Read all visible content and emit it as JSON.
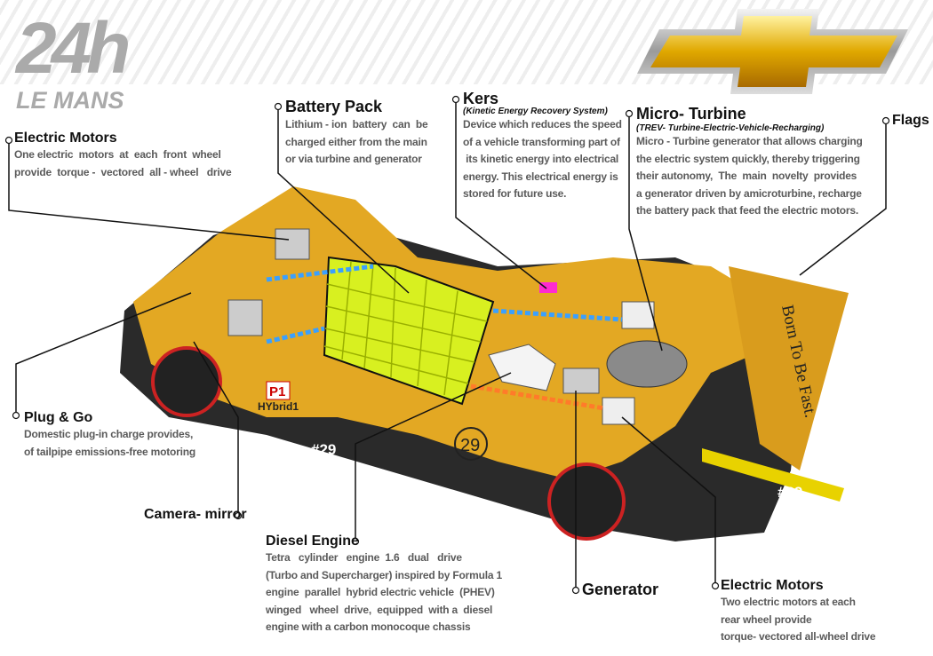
{
  "logo": {
    "race_number": "24h",
    "race_name": "LE MANS"
  },
  "car_markings": {
    "class": "P1",
    "hybrid": "HYbrid1",
    "number": "#29",
    "number_circle": "29",
    "slogan": "Born To Be Fast."
  },
  "labels": {
    "front_motors": {
      "title": "Electric Motors",
      "lines": [
        "One electric  motors  at  each  front  wheel",
        "provide  torque -  vectored  all - wheel   drive"
      ]
    },
    "battery": {
      "title": "Battery Pack",
      "lines": [
        "Lithium - ion  battery  can  be",
        "charged either from the main",
        "or via  turbine  and  generator"
      ]
    },
    "kers": {
      "title": "Kers",
      "subtitle": "(Kinetic Energy Recovery System)",
      "lines": [
        "Device which reduces the speed",
        "of a vehicle transforming part of",
        " its kinetic energy into electrical",
        "energy. This electrical energy is",
        "stored for future use."
      ]
    },
    "turbine": {
      "title": "Micro- Turbine",
      "subtitle": "(TREV- Turbine-Electric-Vehicle-Recharging)",
      "lines": [
        "Micro - Turbine generator that allows charging",
        "the electric  system quickly, thereby triggering",
        "their autonomy,  The  main  novelty  provides",
        "a generator driven by amicroturbine,  recharge",
        "the battery pack that feed the electric motors."
      ]
    },
    "flags": {
      "title": "Flags"
    },
    "plug": {
      "title": "Plug & Go",
      "lines": [
        "Domestic plug-in charge provides,",
        "of tailpipe emissions-free motoring"
      ]
    },
    "camera": {
      "title": "Camera- mirror"
    },
    "diesel": {
      "title": "Diesel Engine",
      "lines": [
        "Tetra   cylinder   engine  1.6   dual   drive",
        "(Turbo and Supercharger) inspired by Formula 1",
        "engine  parallel  hybrid electric vehicle  (PHEV)",
        "winged   wheel  drive,  equipped  with a  diesel",
        "engine with a carbon monocoque chassis"
      ]
    },
    "generator": {
      "title": "Generator"
    },
    "rear_motors": {
      "title": "Electric Motors",
      "lines": [
        "Two electric motors at each",
        "rear wheel provide",
        "torque- vectored all-wheel drive"
      ]
    }
  },
  "colors": {
    "body": "#e3a823",
    "battery": "#d8f020",
    "text": "#5a5a5a"
  }
}
